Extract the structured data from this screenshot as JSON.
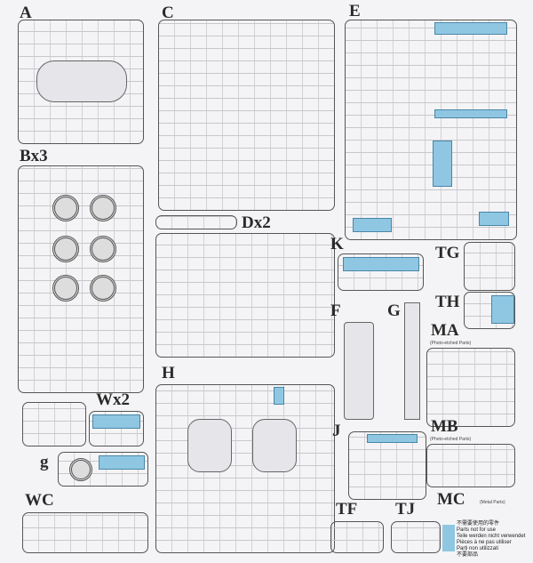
{
  "sprues": {
    "A": "A",
    "C": "C",
    "E": "E",
    "Bx3": "Bx3",
    "Dx2": "Dx2",
    "K": "K",
    "TG": "TG",
    "TH": "TH",
    "F": "F",
    "G": "G",
    "MA": "MA",
    "MA_note": "(Photo-etched Parts)",
    "MB": "MB",
    "MB_note": "(Photo-etched Parts)",
    "MC": "MC",
    "MC_note": "(Metal Parts)",
    "H": "H",
    "J": "J",
    "Wx2": "Wx2",
    "g": "g",
    "WC": "WC",
    "TF": "TF",
    "TJ": "TJ"
  },
  "legend": {
    "color": "#8fc7e3",
    "lines": [
      "不需要使用的零件",
      "Parts not for use",
      "Teile werden nicht verwendet",
      "Pièces à ne pas utiliser",
      "Parti non utilizzati",
      "不要部品"
    ]
  }
}
